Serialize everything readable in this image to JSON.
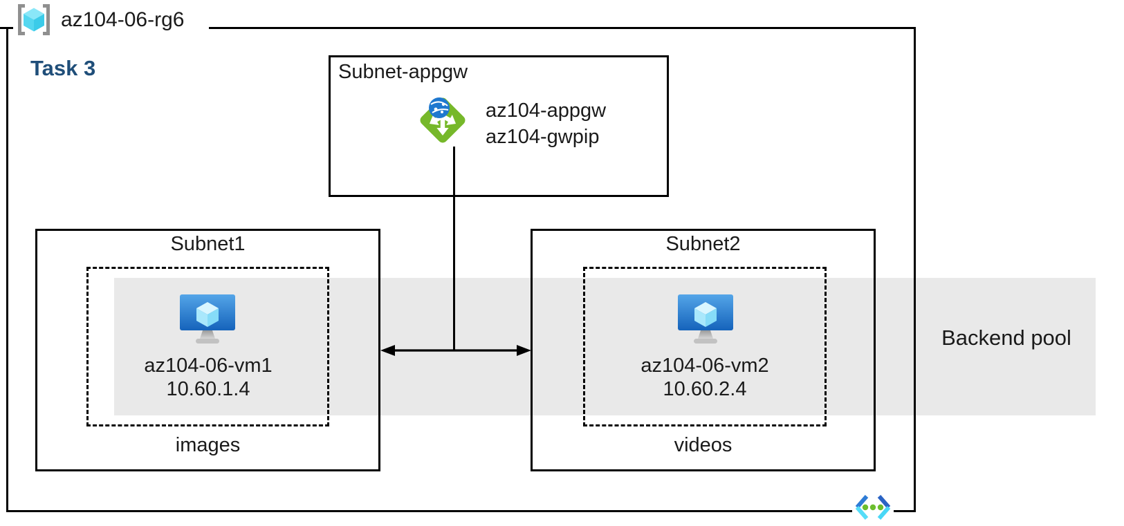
{
  "resource_group": {
    "name": "az104-06-rg6",
    "icon": "resource-group-icon"
  },
  "task": {
    "label": "Task 3"
  },
  "appgw_subnet": {
    "title": "Subnet-appgw",
    "icon": "application-gateway-icon",
    "gateway_name": "az104-appgw",
    "public_ip_name": "az104-gwpip"
  },
  "subnets": [
    {
      "title": "Subnet1",
      "vm_icon": "virtual-machine-icon",
      "vm_name": "az104-06-vm1",
      "vm_ip": "10.60.1.4",
      "container_label": "images"
    },
    {
      "title": "Subnet2",
      "vm_icon": "virtual-machine-icon",
      "vm_name": "az104-06-vm2",
      "vm_ip": "10.60.2.4",
      "container_label": "videos"
    }
  ],
  "backend_pool": {
    "label": "Backend pool"
  },
  "footer": {
    "icon": "virtual-network-icon"
  },
  "colors": {
    "task_blue": "#1f4e79",
    "band_gray": "#e9e9e9",
    "gateway_green": "#76b82a",
    "globe_blue": "#1f78cf",
    "vm_screen_top": "#54a5e8",
    "vm_screen_bottom": "#1563bb",
    "cube_cyan": "#50d8f2",
    "vnet_blue": "#2e7cd6",
    "vnet_cyan": "#55ddf8",
    "vnet_green_dot": "#6cbe2e",
    "bracket_gray": "#8f8f8f"
  }
}
